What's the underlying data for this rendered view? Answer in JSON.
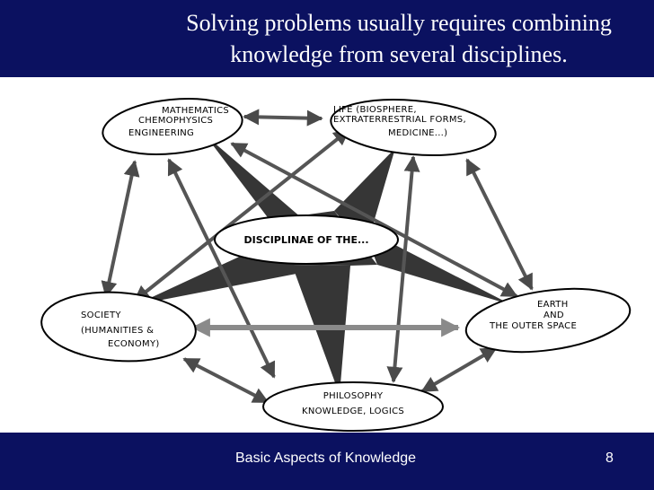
{
  "header": {
    "title_line1": "Solving problems usually requires combining",
    "title_line2": "knowledge from several disciplines."
  },
  "diagram": {
    "center": "DISCIPLINAE OF THE...",
    "nodes": {
      "math": [
        "MATHEMATICS",
        "CHEMOPHYSICS",
        "ENGINEERING"
      ],
      "life": [
        "LIFE (BIOSPHERE,",
        "EXTRATERRESTRIAL FORMS,",
        "MEDICINE...)"
      ],
      "society": [
        "SOCIETY",
        "(HUMANITIES &",
        "ECONOMY)"
      ],
      "earth": [
        "EARTH",
        "AND",
        "THE OUTER SPACE"
      ],
      "philosophy": [
        "PHILOSOPHY",
        "KNOWLEDGE, LOGICS"
      ]
    }
  },
  "footer": {
    "text": "Basic Aspects of Knowledge",
    "page": "8"
  },
  "colors": {
    "header_bg": "#0b1160",
    "star": "#3a3a3a",
    "arrow": "#5a5a5a"
  }
}
